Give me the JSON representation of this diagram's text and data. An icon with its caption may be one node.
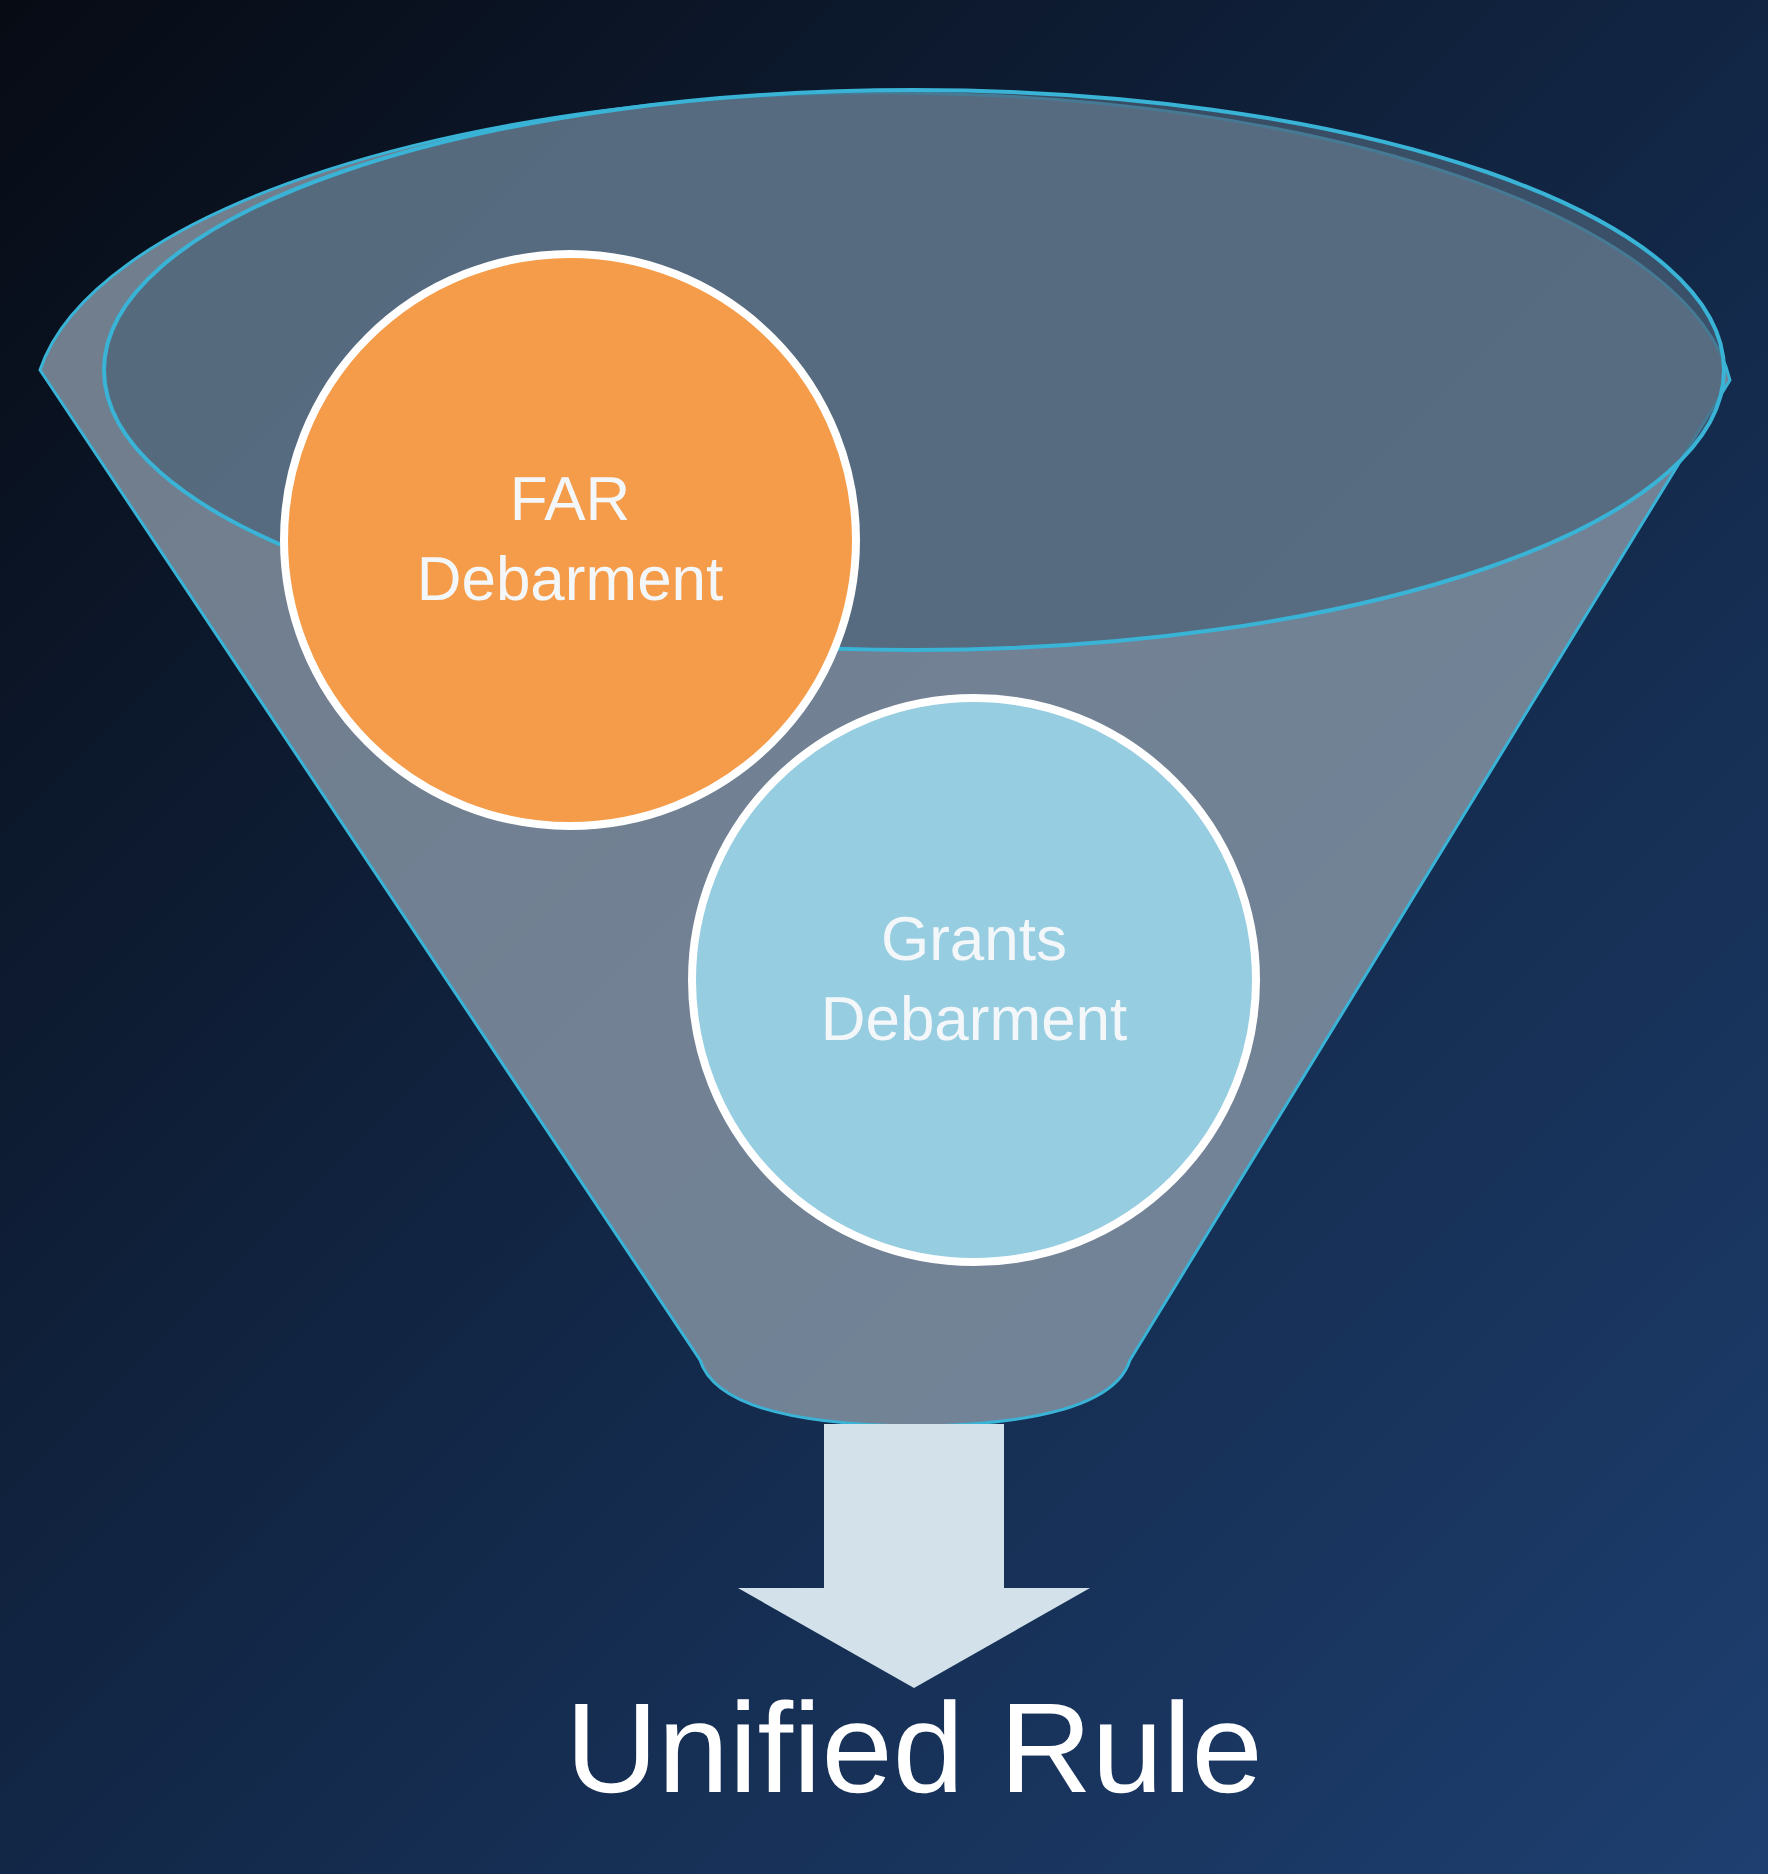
{
  "diagram": {
    "nodes": [
      {
        "text": [],
        "shape": "funnel"
      },
      {
        "text": [
          "FAR Debarment"
        ],
        "in": 0
      },
      {
        "text": [
          "Grants Debarment"
        ],
        "in": 0
      },
      {
        "text": [
          "Unified Rule"
        ]
      }
    ],
    "edges": [
      {
        "from": 0,
        "to": 3,
        "arrow": "to"
      }
    ]
  }
}
